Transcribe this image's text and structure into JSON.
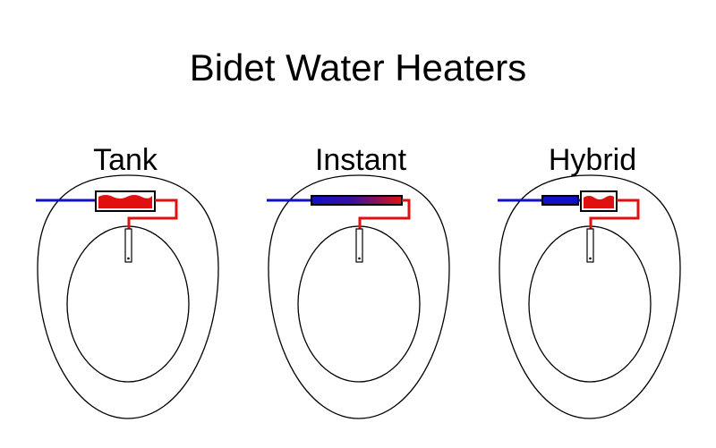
{
  "title": "Bidet Water Heaters",
  "colors": {
    "cold_water": "#1010c8",
    "hot_water": "#e01010",
    "outline": "#000000",
    "background": "#ffffff"
  },
  "heaters": [
    {
      "label": "Tank",
      "style": "tank"
    },
    {
      "label": "Instant",
      "style": "instant"
    },
    {
      "label": "Hybrid",
      "style": "hybrid"
    }
  ]
}
